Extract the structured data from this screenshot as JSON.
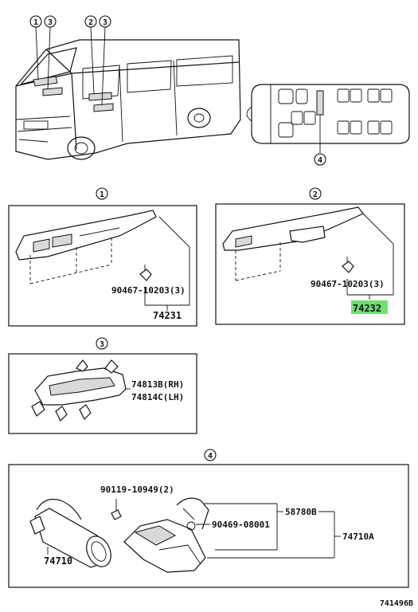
{
  "callouts": {
    "c1": "1",
    "c2": "2",
    "c3": "3",
    "c4": "4"
  },
  "panel1": {
    "fastener": "90467-10203(3)",
    "part": "74231"
  },
  "panel2": {
    "fastener": "90467-10203(3)",
    "part": "74232",
    "highlight_color": "#6ee06e"
  },
  "panel3": {
    "part_rh": "74813B(RH)",
    "part_lh": "74814C(LH)"
  },
  "panel4": {
    "bolt": "90119-10949(2)",
    "bracket": "58780B",
    "clip": "90469-08001",
    "assembly": "74710A",
    "extinguisher": "74710"
  },
  "diagram_code": "741496B"
}
